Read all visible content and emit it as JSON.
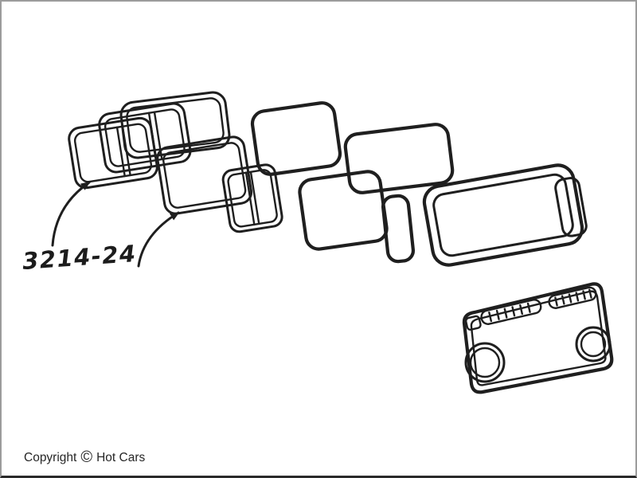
{
  "diagram": {
    "part_label": "3214-24"
  },
  "footer": {
    "copyright": "Copyright",
    "symbol": "©",
    "brand": "Hot Cars"
  },
  "colors": {
    "line": "#1f1f1f",
    "border": "#9c9c9c",
    "background": "#ffffff"
  }
}
